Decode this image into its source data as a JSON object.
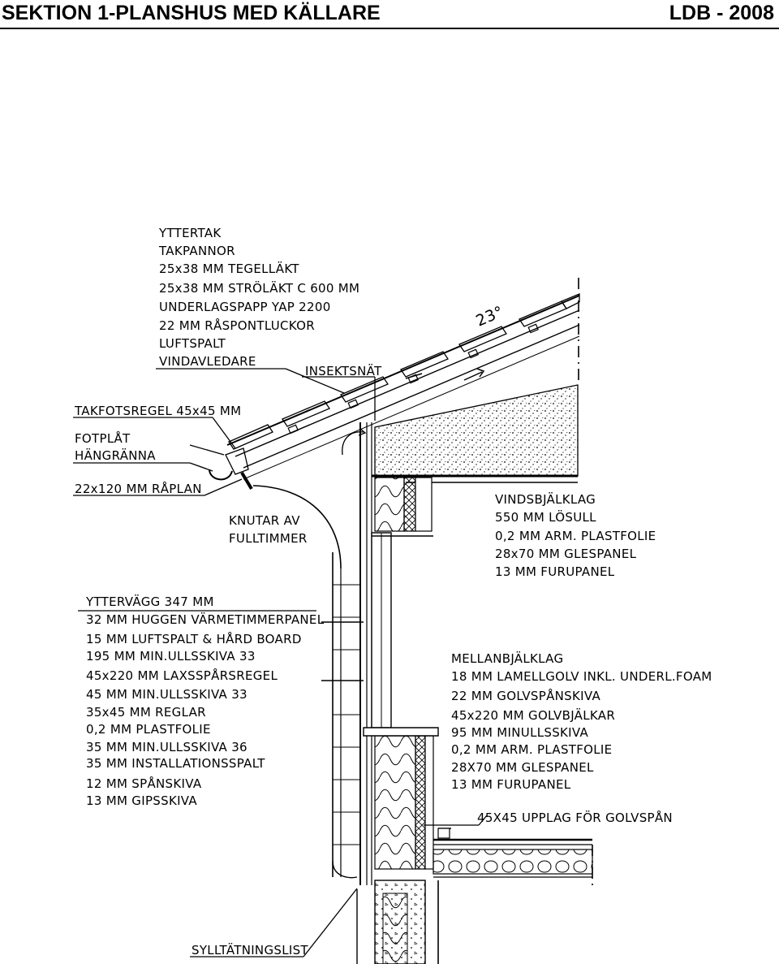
{
  "header": {
    "title": "SEKTION 1-PLANSHUS MED KÄLLARE",
    "code": "LDB - 2008"
  },
  "drawing": {
    "roof_angle": "23°",
    "roof_layers": [
      "YTTERTAK",
      "TAKPANNOR",
      "25x38 MM TEGELLÄKT",
      "25x38 MM STRÖLÄKT C 600 MM",
      "UNDERLAGSPAPP YAP 2200",
      "22 MM RÅSPONTLUCKOR",
      "LUFTSPALT",
      "VINDAVLEDARE"
    ],
    "eave_labels": {
      "insect_net": "INSEKTSNÄT",
      "fascia_joist": "TAKFOTSREGEL 45x45 MM",
      "gutter_lines": [
        "FOTPLÅT",
        "HÄNGRÄNNA"
      ],
      "soffit": "22x120 MM RÅPLAN",
      "log_corner": [
        "KNUTAR AV",
        "FULLTIMMER"
      ]
    },
    "attic_floor": [
      "VINDSBJÄLKLAG",
      "550 MM LÖSULL",
      "0,2 MM ARM. PLASTFOLIE",
      "28x70 MM GLESPANEL",
      "13 MM FURUPANEL"
    ],
    "exterior_wall": [
      "YTTERVÄGG 347 MM",
      "32 MM HUGGEN VÄRMETIMMERPANEL",
      "15 MM LUFTSPALT & HÅRD BOARD",
      "195 MM MIN.ULLSSKIVA 33",
      "45x220 MM LAXSSPÅRSREGEL",
      "45 MM MIN.ULLSSKIVA 33",
      "35x45 MM REGLAR",
      "0,2 MM PLASTFOLIE",
      "35 MM MIN.ULLSSKIVA 36",
      "35 MM INSTALLATIONSSPALT",
      "12 MM SPÅNSKIVA",
      "13 MM GIPSSKIVA"
    ],
    "intermediate_floor": [
      "MELLANBJÄLKLAG",
      "18 MM LAMELLGOLV INKL. UNDERL.FOAM",
      "22 MM GOLVSPÅNSKIVA",
      "45x220 MM GOLVBJÄLKAR",
      "95 MM MINULLSSKIVA",
      "0,2 MM ARM. PLASTFOLIE",
      "28X70 MM GLESPANEL",
      "13 MM FURUPANEL"
    ],
    "support_label": "45X45 UPPLAG FÖR GOLVSPÅN",
    "sill_seal": "SYLLTÄTNINGSLIST"
  },
  "colors": {
    "ink": "#000000",
    "paper": "#ffffff"
  }
}
